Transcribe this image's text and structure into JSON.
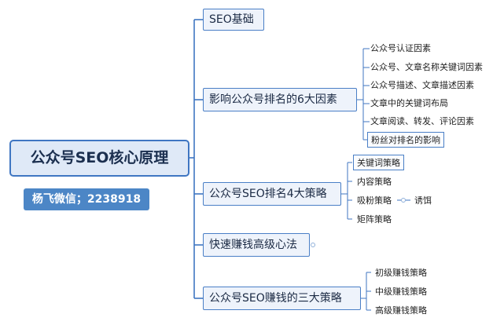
{
  "root": {
    "title": "公众号SEO核心原理"
  },
  "tag": {
    "text": "杨飞微信；2238918"
  },
  "branches": [
    {
      "label": "SEO基础"
    },
    {
      "label": "影响公众号排名的6大因素",
      "children": [
        "公众号认证因素",
        "公众号、文章名称关键词因素",
        "公众号描述、文章描述因素",
        "文章中的关键词布局",
        "文章阅读、转发、评论因素",
        "粉丝对排名的影响"
      ]
    },
    {
      "label": "公众号SEO排名4大策略",
      "children": [
        "关键词策略",
        "内容策略",
        "吸粉策略",
        "矩阵策略"
      ],
      "sub": {
        "label": "诱饵"
      }
    },
    {
      "label": "快速赚钱高级心法"
    },
    {
      "label": "公众号SEO赚钱的三大策略",
      "children": [
        "初级赚钱策略",
        "中级赚钱策略",
        "高级赚钱策略"
      ]
    }
  ],
  "colors": {
    "line": "#3f76c2",
    "root_fill": "#dfe9f7",
    "tag_fill": "#4c86c6",
    "node_fill": "#eef3fb"
  }
}
